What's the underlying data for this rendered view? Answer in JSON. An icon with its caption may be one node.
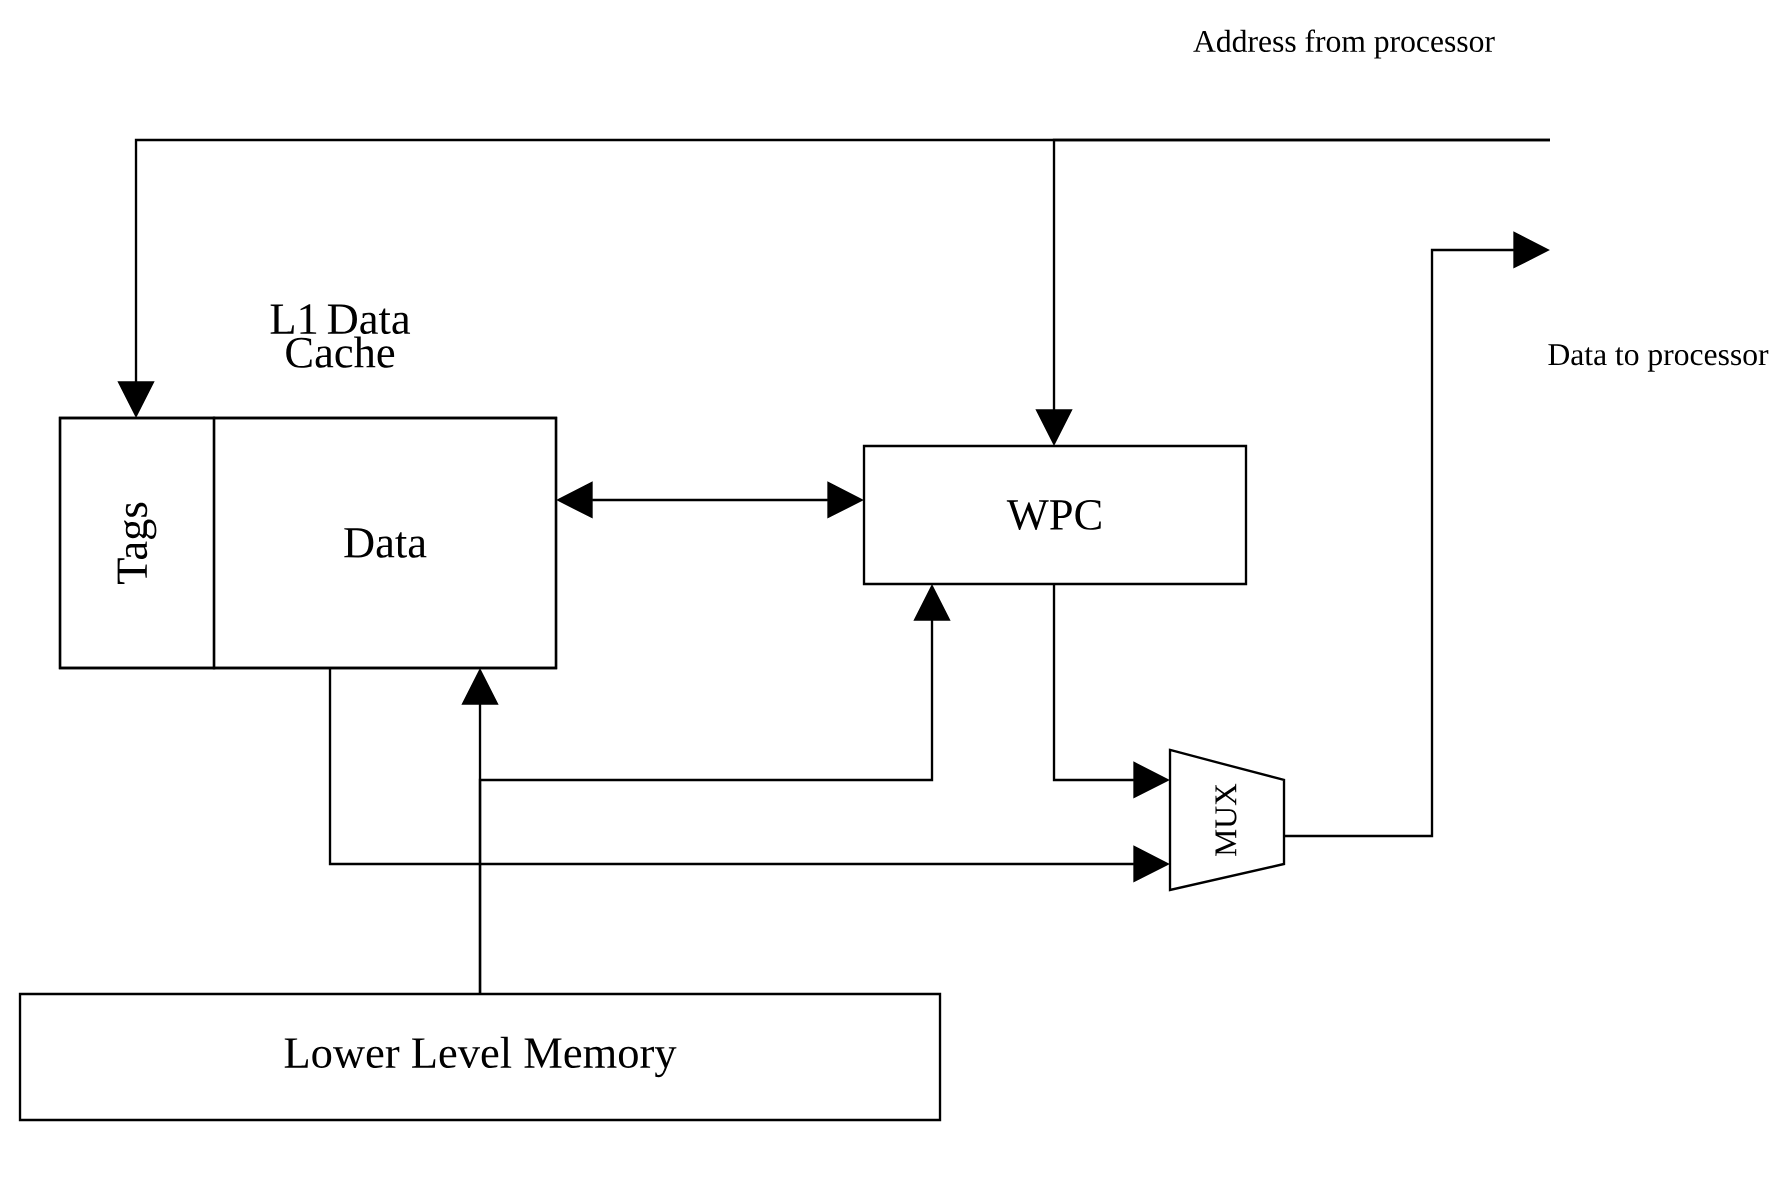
{
  "diagram": {
    "nodes": [
      {
        "text": [
          "L1 Data Cache"
        ]
      },
      {
        "text": [
          "Tags"
        ],
        "in": 0
      },
      {
        "text": [
          "Data"
        ],
        "in": 0
      },
      {
        "text": [
          "WPC"
        ]
      },
      {
        "text": [
          "MUX"
        ]
      },
      {
        "text": [
          "Lower Level Memory"
        ]
      }
    ],
    "edges": [
      {
        "from": null,
        "to": 1,
        "arrow": "to"
      },
      {
        "from": null,
        "to": 3,
        "arrow": "to"
      },
      {
        "from": 2,
        "to": 3,
        "arrow": "both"
      },
      {
        "from": 5,
        "to": 2,
        "arrow": "to"
      },
      {
        "from": 5,
        "to": 3,
        "arrow": "to"
      },
      {
        "from": 2,
        "to": 4,
        "arrow": "to"
      },
      {
        "from": 3,
        "to": 4,
        "arrow": "to"
      },
      {
        "from": 4,
        "to": null,
        "arrow": "to"
      }
    ],
    "labels": [
      "Address from processor",
      "Data to processor"
    ]
  }
}
